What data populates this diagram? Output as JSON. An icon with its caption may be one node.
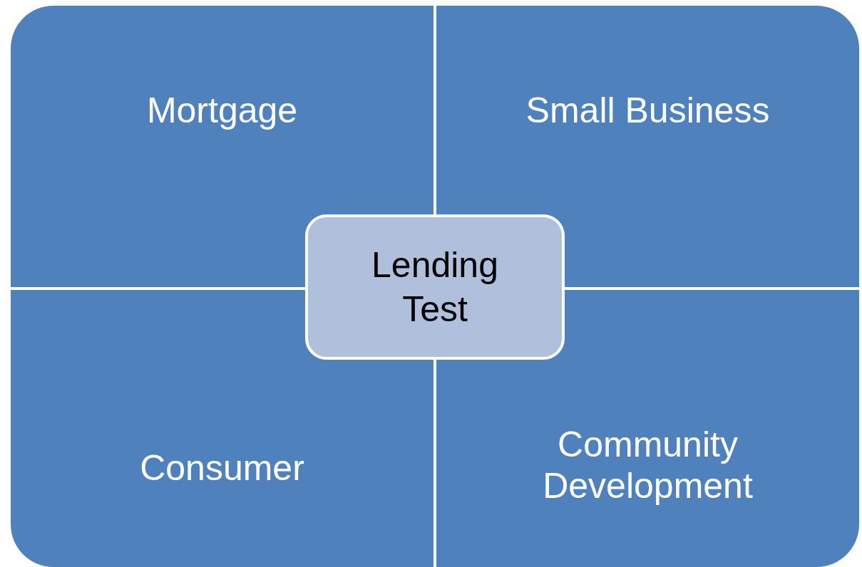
{
  "diagram": {
    "nodes": [
      {
        "text": [
          "Mortgage"
        ]
      },
      {
        "text": [
          "Small Business"
        ]
      },
      {
        "text": [
          "Lending Test"
        ]
      },
      {
        "text": [
          "Consumer"
        ]
      },
      {
        "text": [
          "Community Development"
        ]
      }
    ]
  }
}
